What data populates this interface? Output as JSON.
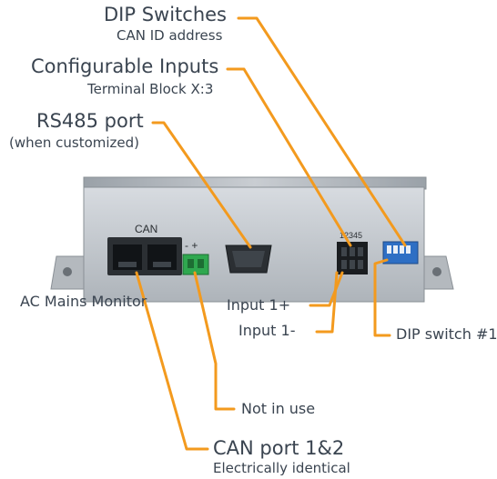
{
  "colors": {
    "leader": "#f39a1e",
    "text": "#3a4450",
    "chassis": "#c7ccd1",
    "port": "#2b2f33",
    "terminal_green": "#2fa84f",
    "dip_blue": "#2e6fc4"
  },
  "labels": {
    "dip_switches": {
      "title": "DIP Switches",
      "subtitle": "CAN ID address"
    },
    "configurable_inputs": {
      "title": "Configurable Inputs",
      "subtitle": "Terminal Block X:3"
    },
    "rs485": {
      "title": "RS485 port",
      "subtitle": "(when customized)"
    },
    "ac_mains": "AC Mains Monitor",
    "input1_plus": "Input 1+",
    "input1_minus": "Input 1-",
    "dip_switch_1": "DIP switch #1",
    "not_in_use": "Not in use",
    "can_port": {
      "title": "CAN port 1&2",
      "subtitle": "Electrically identical"
    }
  },
  "device": {
    "can_silk": "CAN",
    "terminal_silk": "-  +",
    "block_numbers": "12345"
  }
}
